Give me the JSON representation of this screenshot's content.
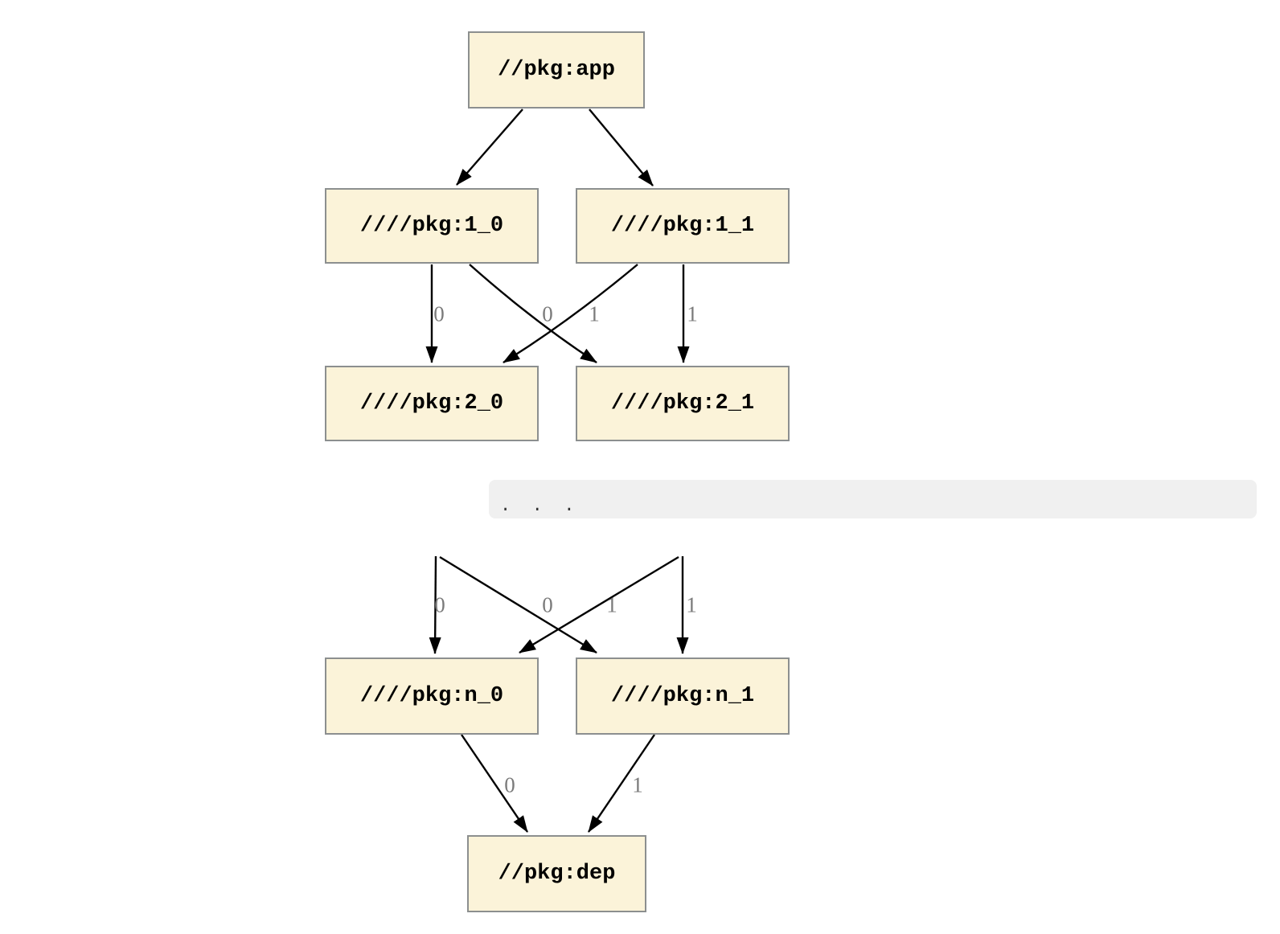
{
  "diagram": {
    "nodes": [
      {
        "id": "app",
        "label": "//pkg:app"
      },
      {
        "id": "1_0",
        "label": "////pkg:1_0"
      },
      {
        "id": "1_1",
        "label": "////pkg:1_1"
      },
      {
        "id": "2_0",
        "label": "////pkg:2_0"
      },
      {
        "id": "2_1",
        "label": "////pkg:2_1"
      },
      {
        "id": "n_0",
        "label": "////pkg:n_0"
      },
      {
        "id": "n_1",
        "label": "////pkg:n_1"
      },
      {
        "id": "dep",
        "label": "//pkg:dep"
      }
    ],
    "ellipsis_text": ".  .  .",
    "edges": [
      {
        "from": "//pkg:app",
        "to": "////pkg:1_0",
        "label": ""
      },
      {
        "from": "//pkg:app",
        "to": "////pkg:1_1",
        "label": ""
      },
      {
        "from": "////pkg:1_0",
        "to": "////pkg:2_0",
        "label": "0"
      },
      {
        "from": "////pkg:1_1",
        "to": "////pkg:2_0",
        "label": "0"
      },
      {
        "from": "////pkg:1_0",
        "to": "////pkg:2_1",
        "label": "1"
      },
      {
        "from": "////pkg:1_1",
        "to": "////pkg:2_1",
        "label": "1"
      },
      {
        "from": "...",
        "to": "////pkg:n_0",
        "label": "0"
      },
      {
        "from": "...",
        "to": "////pkg:n_0",
        "label": "0"
      },
      {
        "from": "...",
        "to": "////pkg:n_1",
        "label": "1"
      },
      {
        "from": "...",
        "to": "////pkg:n_1",
        "label": "1"
      },
      {
        "from": "////pkg:n_0",
        "to": "//pkg:dep",
        "label": "0"
      },
      {
        "from": "////pkg:n_1",
        "to": "//pkg:dep",
        "label": "1"
      }
    ],
    "colors": {
      "node_fill": "#fbf3d9",
      "node_border": "#8c8f8f",
      "edge": "#000000",
      "edge_label": "#7b7b7b",
      "codeblock_bg": "#f0f0f0"
    }
  }
}
